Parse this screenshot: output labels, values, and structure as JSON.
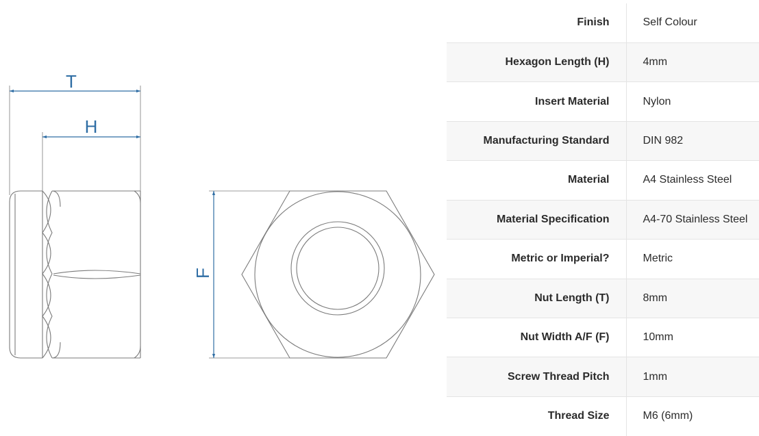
{
  "drawing": {
    "dimension_labels": {
      "total_length": "T",
      "hexagon_length": "H",
      "width_across_flats": "F"
    },
    "colors": {
      "dimension_line": "#2e6da4",
      "outline": "#7a7a7a"
    }
  },
  "specifications": [
    {
      "label": "Finish",
      "value": "Self Colour"
    },
    {
      "label": "Hexagon Length (H)",
      "value": "4mm"
    },
    {
      "label": "Insert Material",
      "value": "Nylon"
    },
    {
      "label": "Manufacturing Standard",
      "value": "DIN 982"
    },
    {
      "label": "Material",
      "value": "A4 Stainless Steel"
    },
    {
      "label": "Material Specification",
      "value": "A4-70 Stainless Steel"
    },
    {
      "label": "Metric or Imperial?",
      "value": "Metric"
    },
    {
      "label": "Nut Length (T)",
      "value": "8mm"
    },
    {
      "label": "Nut Width A/F (F)",
      "value": "10mm"
    },
    {
      "label": "Screw Thread Pitch",
      "value": "1mm"
    },
    {
      "label": "Thread Size",
      "value": "M6 (6mm)"
    }
  ]
}
